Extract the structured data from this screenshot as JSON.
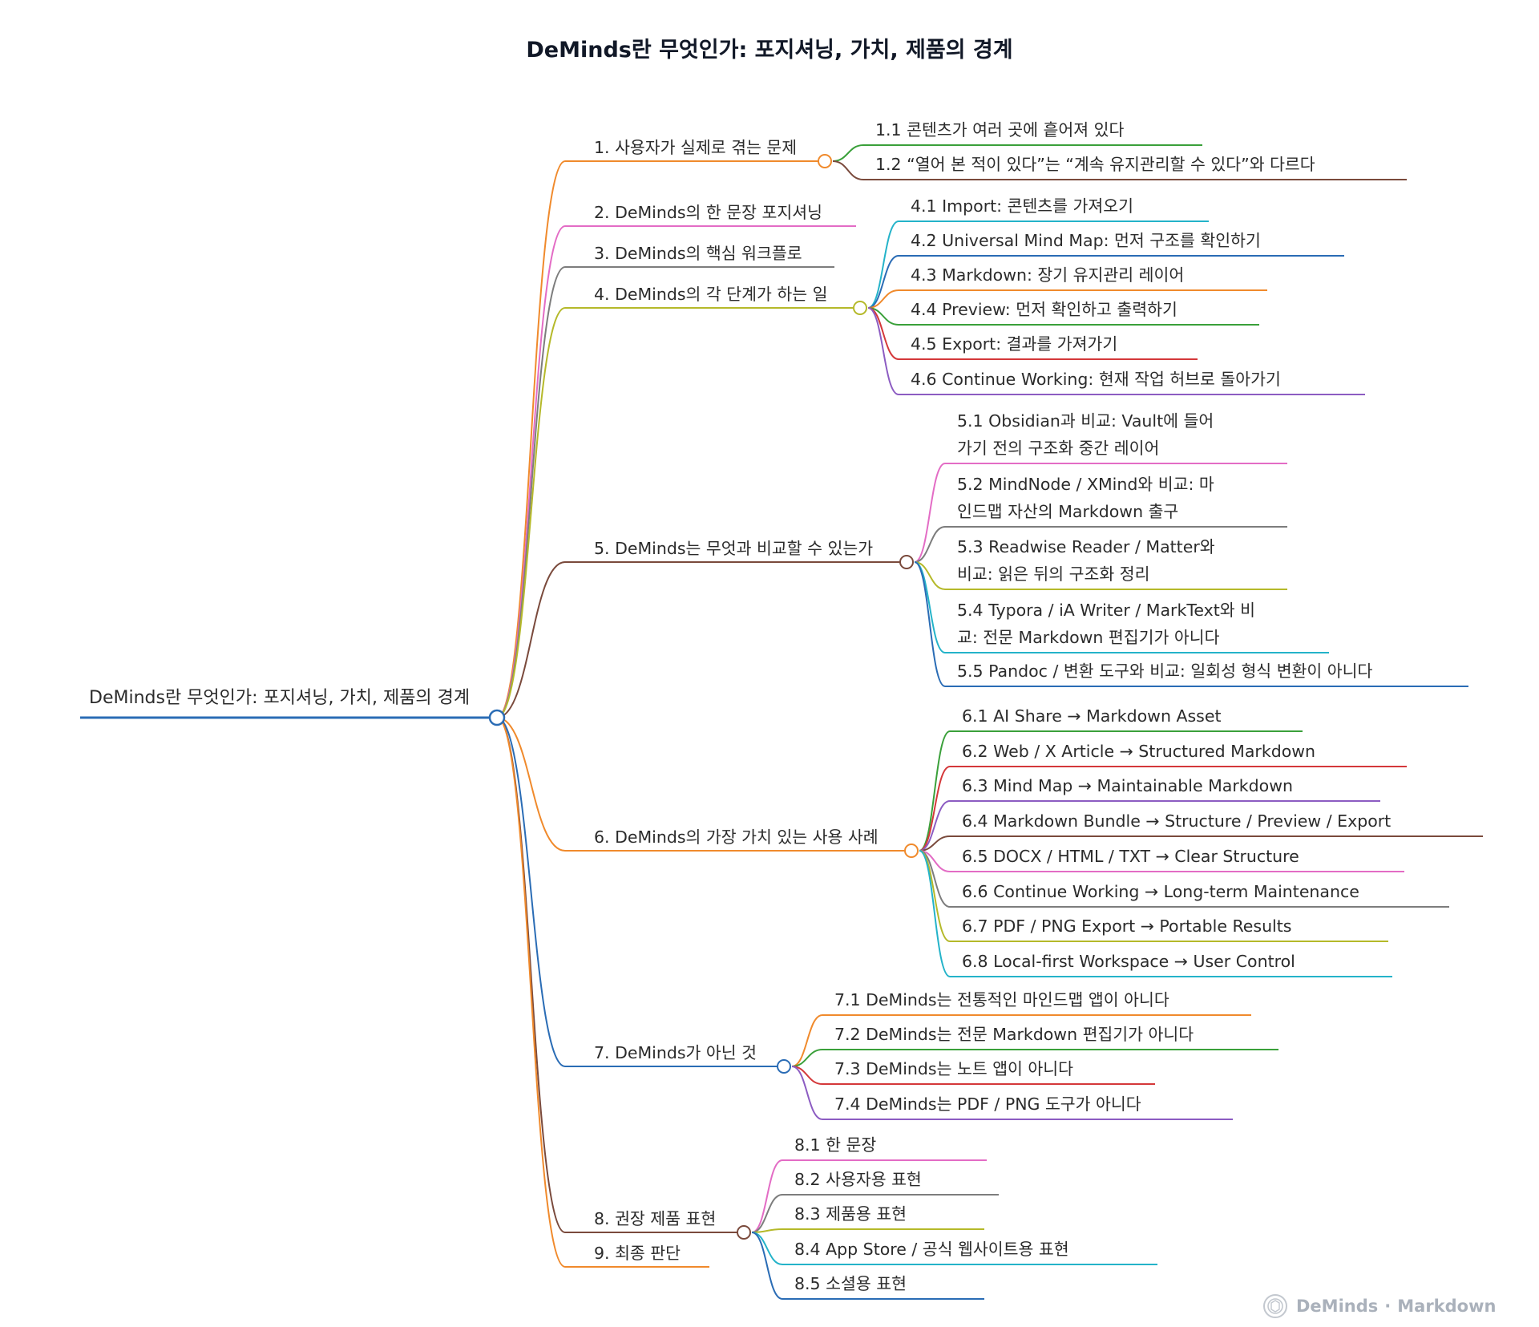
{
  "title": "DeMinds란 무엇인가: 포지셔닝, 가치, 제품의 경계",
  "root": {
    "label": "DeMinds란 무엇인가: 포지셔닝, 가치, 제품의 경계",
    "color": "#2a6cb5"
  },
  "branches": [
    {
      "label": "1. 사용자가 실제로 겪는 문제",
      "color": "#f08a2c",
      "children": [
        {
          "label": "1.1 콘텐츠가 여러 곳에 흩어져 있다",
          "color": "#3aa03a"
        },
        {
          "label": "1.2 “열어 본 적이 있다”는 “계속 유지관리할 수 있다”와 다르다",
          "color": "#7a4a3c"
        }
      ]
    },
    {
      "label": "2. DeMinds의 한 문장 포지셔닝",
      "color": "#e36cc5",
      "children": []
    },
    {
      "label": "3. DeMinds의 핵심 워크플로",
      "color": "#7d7d7d",
      "children": []
    },
    {
      "label": "4. DeMinds의 각 단계가 하는 일",
      "color": "#b5b92a",
      "children": [
        {
          "label": "4.1 Import: 콘텐츠를 가져오기",
          "color": "#24b3c9"
        },
        {
          "label": "4.2 Universal Mind Map: 먼저 구조를 확인하기",
          "color": "#2a6cb5"
        },
        {
          "label": "4.3 Markdown: 장기 유지관리 레이어",
          "color": "#f08a2c"
        },
        {
          "label": "4.4 Preview: 먼저 확인하고 출력하기",
          "color": "#3aa03a"
        },
        {
          "label": "4.5 Export: 결과를 가져가기",
          "color": "#d4383a"
        },
        {
          "label": "4.6 Continue Working: 현재 작업 허브로 돌아가기",
          "color": "#8c5cc2"
        }
      ]
    },
    {
      "label": "5. DeMinds는 무엇과 비교할 수 있는가",
      "color": "#7a4a3c",
      "children": [
        {
          "lines": [
            "5.1 Obsidian과 비교: Vault에 들어",
            "가기 전의 구조화 중간 레이어"
          ],
          "color": "#e36cc5"
        },
        {
          "lines": [
            "5.2 MindNode / XMind와 비교: 마",
            "인드맵 자산의 Markdown 출구"
          ],
          "color": "#7d7d7d"
        },
        {
          "lines": [
            "5.3 Readwise Reader / Matter와",
            "비교: 읽은 뒤의 구조화 정리"
          ],
          "color": "#b5b92a"
        },
        {
          "lines": [
            "5.4 Typora / iA Writer / MarkText와 비",
            "교: 전문 Markdown 편집기가 아니다"
          ],
          "color": "#24b3c9"
        },
        {
          "lines": [
            "5.5 Pandoc / 변환 도구와 비교: 일회성 형식 변환이 아니다"
          ],
          "color": "#2a6cb5"
        }
      ]
    },
    {
      "label": "6. DeMinds의 가장 가치 있는 사용 사례",
      "color": "#f08a2c",
      "children": [
        {
          "label": "6.1 AI Share → Markdown Asset",
          "color": "#3aa03a"
        },
        {
          "label": "6.2 Web / X Article → Structured Markdown",
          "color": "#d4383a"
        },
        {
          "label": "6.3 Mind Map → Maintainable Markdown",
          "color": "#8c5cc2"
        },
        {
          "label": "6.4 Markdown Bundle → Structure / Preview / Export",
          "color": "#7a4a3c"
        },
        {
          "label": "6.5 DOCX / HTML / TXT → Clear Structure",
          "color": "#e36cc5"
        },
        {
          "label": "6.6 Continue Working → Long-term Maintenance",
          "color": "#7d7d7d"
        },
        {
          "label": "6.7 PDF / PNG Export → Portable Results",
          "color": "#b5b92a"
        },
        {
          "label": "6.8 Local-first Workspace → User Control",
          "color": "#24b3c9"
        }
      ]
    },
    {
      "label": "7. DeMinds가 아닌 것",
      "color": "#2a6cb5",
      "children": [
        {
          "label": "7.1 DeMinds는 전통적인 마인드맵 앱이 아니다",
          "color": "#f08a2c"
        },
        {
          "label": "7.2 DeMinds는 전문 Markdown 편집기가 아니다",
          "color": "#3aa03a"
        },
        {
          "label": "7.3 DeMinds는 노트 앱이 아니다",
          "color": "#d4383a"
        },
        {
          "label": "7.4 DeMinds는 PDF / PNG 도구가 아니다",
          "color": "#8c5cc2"
        }
      ]
    },
    {
      "label": "8. 권장 제품 표현",
      "color": "#7a4a3c",
      "children": [
        {
          "label": "8.1 한 문장",
          "color": "#e36cc5"
        },
        {
          "label": "8.2 사용자용 표현",
          "color": "#7d7d7d"
        },
        {
          "label": "8.3 제품용 표현",
          "color": "#b5b92a"
        },
        {
          "label": "8.4 App Store / 공식 웹사이트용 표현",
          "color": "#24b3c9"
        },
        {
          "label": "8.5 소셜용 표현",
          "color": "#2a6cb5"
        }
      ]
    },
    {
      "label": "9. 최종 판단",
      "color": "#f08a2c",
      "children": []
    }
  ],
  "watermark": {
    "brand": "DeMinds",
    "separator": "·",
    "product": "Markdown"
  }
}
